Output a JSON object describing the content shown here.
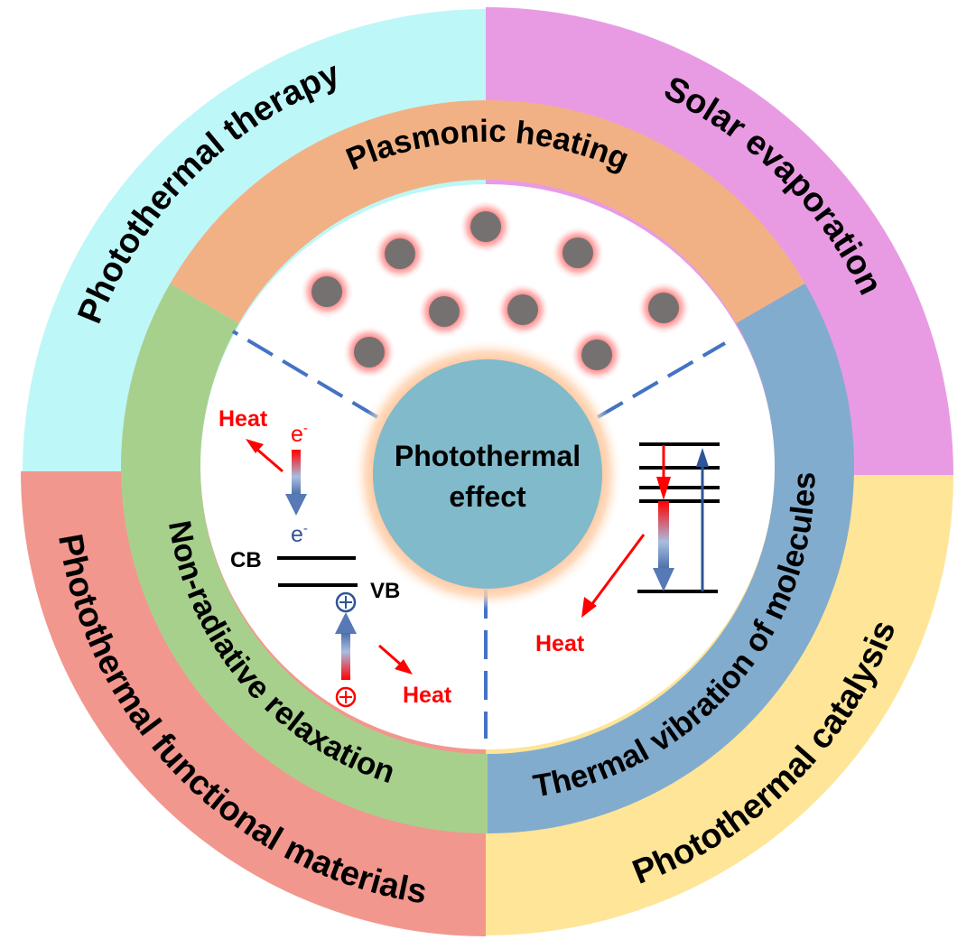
{
  "title": "Photothermal effect",
  "center": {
    "line1": "Photothermal",
    "line2": "effect",
    "color": "#80BACB",
    "glow_color": "#FFC89A"
  },
  "outer_ring": [
    {
      "label": "Photothermal therapy",
      "color": "#BDF7F8",
      "quadrant": "top-left"
    },
    {
      "label": "Solar evaporation",
      "color": "#E89BE3",
      "quadrant": "top-right"
    },
    {
      "label": "Photothermal catalysis",
      "color": "#FEE598",
      "quadrant": "bottom-right"
    },
    {
      "label": "Photothermal functional materials",
      "color": "#F2978E",
      "quadrant": "bottom-left"
    }
  ],
  "middle_ring": [
    {
      "label": "Plasmonic heating",
      "color": "#F2B184",
      "sector": "top"
    },
    {
      "label": "Thermal vibration of molecules",
      "color": "#82ACCE",
      "sector": "bottom-right"
    },
    {
      "label": "Non-radiative relaxation",
      "color": "#A8D08D",
      "sector": "bottom-left"
    }
  ],
  "plasmonic_panel": {
    "nanoparticle_count": 9,
    "particle_color": "#767171",
    "glow_color": "#FF6A6A"
  },
  "relaxation_panel": {
    "heat_top": "Heat",
    "heat_bottom": "Heat",
    "electron_top": "e",
    "electron_bottom": "e",
    "electron_sup": "-",
    "cb_label": "CB",
    "vb_label": "VB",
    "hole_symbol": "⊕"
  },
  "vibration_panel": {
    "heat": "Heat",
    "energy_levels": 5
  },
  "colors": {
    "heat_red": "#FF0000",
    "dash_blue": "#4472C4",
    "arrow_blue": "#2F5597"
  }
}
